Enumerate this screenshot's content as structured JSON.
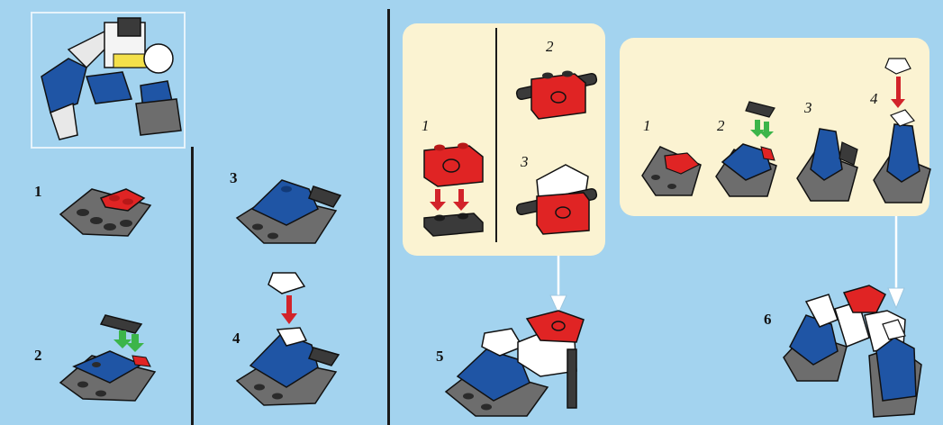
{
  "colors": {
    "background": "#a3d3ef",
    "callout": "#fbf3d2",
    "brick_blue": "#1f55a5",
    "brick_red": "#e02424",
    "brick_gray": "#6d6d6d",
    "brick_dark": "#2b2b2b",
    "brick_white": "#ffffff",
    "arrow_red": "#d2232a",
    "arrow_green": "#3cb54a",
    "arrow_white": "#ffffff"
  },
  "steps": {
    "s1": "1",
    "s2": "2",
    "s3": "3",
    "s4": "4",
    "s5": "5",
    "s6": "6"
  },
  "sub_a": {
    "n1": "1",
    "n2": "2",
    "n3": "3"
  },
  "sub_b": {
    "n1": "1",
    "n2": "2",
    "n3": "3",
    "n4": "4"
  }
}
